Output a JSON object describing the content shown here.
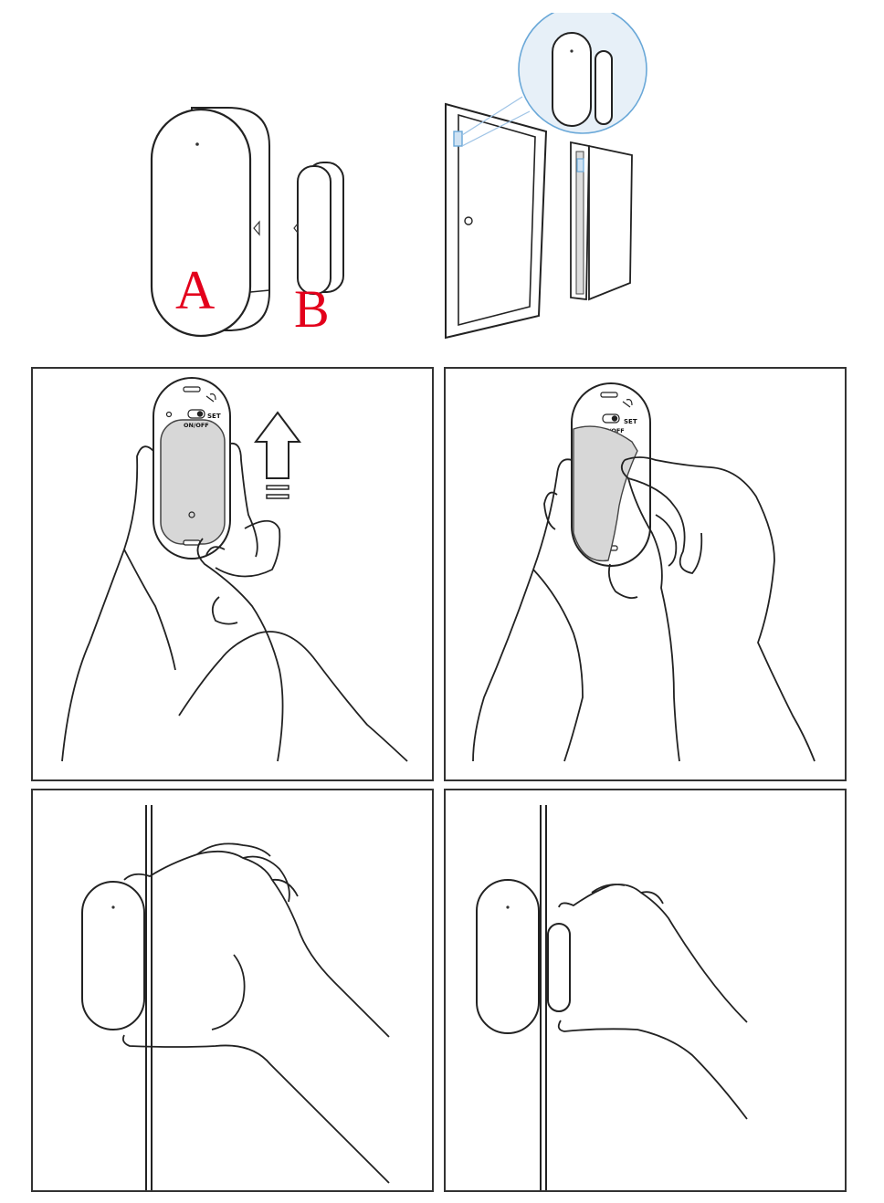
{
  "top": {
    "sensor_label": "A",
    "magnet_label": "B"
  },
  "panel1": {
    "set_label": "SET",
    "switch_label": "ON/OFF"
  },
  "panel2": {
    "set_label": "SET",
    "switch_label": "ON/OFF"
  },
  "colors": {
    "label_red": "#e3001b",
    "line": "#222222",
    "device_fill_grey": "#d7d7d7",
    "zoom_circle_blue": "#dce9f4",
    "bracket_blue": "#6aa8d8"
  }
}
